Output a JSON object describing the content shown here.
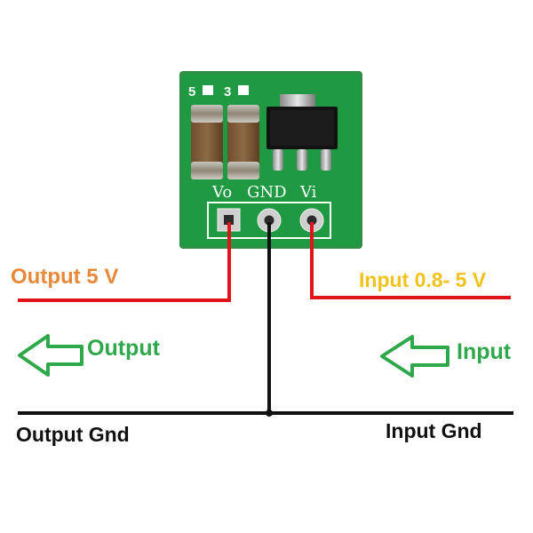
{
  "board": {
    "silkscreen": {
      "mark_left": "5",
      "mark_right": "3",
      "vo": "Vo",
      "gnd": "GND",
      "vi": "Vi"
    }
  },
  "labels": {
    "output": "Output 5 V",
    "input": "Input 0.8- 5 V",
    "output_arrow": "Output",
    "input_arrow": "Input",
    "output_gnd": "Output Gnd",
    "input_gnd": "Input Gnd"
  },
  "colors": {
    "board_green": "#1f9a43",
    "wire_red": "#e0151c",
    "wire_black": "#111111",
    "output_label": "#e8893a",
    "input_label": "#f1c21a",
    "arrow_green": "#2ea84a"
  },
  "icons": {
    "output_arrow": "arrow-left-outline-icon",
    "input_arrow": "arrow-left-outline-icon"
  }
}
